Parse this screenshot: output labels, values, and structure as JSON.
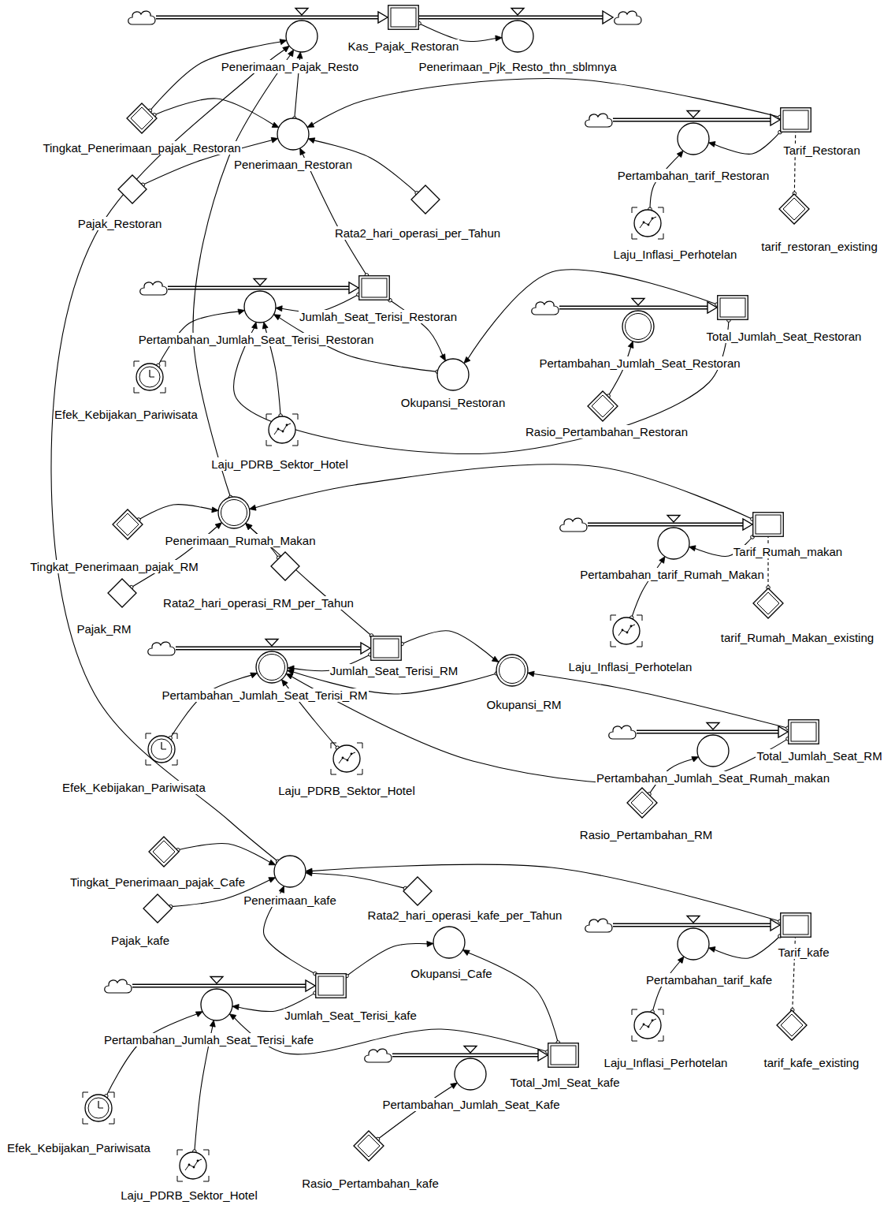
{
  "diagram": {
    "nodes": [
      {
        "text": [
          "Penerimaan_Pajak_Resto"
        ]
      },
      {
        "text": [
          "Kas_Pajak_Restoran"
        ]
      },
      {
        "text": [
          "Penerimaan_Pjk_Resto_thn_sblmnya"
        ]
      },
      {
        "text": [
          "Tingkat_Penerimaan_pajak_Restoran"
        ]
      },
      {
        "text": [
          "Penerimaan_Restoran"
        ]
      },
      {
        "text": [
          "Tarif_Restoran"
        ]
      },
      {
        "text": [
          "Pertambahan_tarif_Restoran"
        ]
      },
      {
        "text": [
          "Pajak_Restoran"
        ]
      },
      {
        "text": [
          "Rata2_hari_operasi_per_Tahun"
        ]
      },
      {
        "text": [
          "Laju_Inflasi_Perhotelan"
        ]
      },
      {
        "text": [
          "tarif_restoran_existing"
        ]
      },
      {
        "text": [
          "Jumlah_Seat_Terisi_Restoran"
        ]
      },
      {
        "text": [
          "Pertambahan_Jumlah_Seat_Terisi_Restoran"
        ]
      },
      {
        "text": [
          "Total_Jumlah_Seat_Restoran"
        ]
      },
      {
        "text": [
          "Pertambahan_Jumlah_Seat_Restoran"
        ]
      },
      {
        "text": [
          "Okupansi_Restoran"
        ]
      },
      {
        "text": [
          "Efek_Kebijakan_Pariwisata"
        ]
      },
      {
        "text": [
          "Rasio_Pertambahan_Restoran"
        ]
      },
      {
        "text": [
          "Laju_PDRB_Sektor_Hotel"
        ]
      },
      {
        "text": [
          "Penerimaan_Rumah_Makan"
        ]
      },
      {
        "text": [
          "Tarif_Rumah_makan"
        ]
      },
      {
        "text": [
          "Tingkat_Penerimaan_pajak_RM"
        ]
      },
      {
        "text": [
          "Pertambahan_tarif_Rumah_Makan"
        ]
      },
      {
        "text": [
          "Rata2_hari_operasi_RM_per_Tahun"
        ]
      },
      {
        "text": [
          "Pajak_RM"
        ]
      },
      {
        "text": [
          "tarif_Rumah_Makan_existing"
        ]
      },
      {
        "text": [
          "Laju_Inflasi_Perhotelan"
        ]
      },
      {
        "text": [
          "Jumlah_Seat_Terisi_RM"
        ]
      },
      {
        "text": [
          "Pertambahan_Jumlah_Seat_Terisi_RM"
        ]
      },
      {
        "text": [
          "Okupansi_RM"
        ]
      },
      {
        "text": [
          "Total_Jumlah_Seat_RM"
        ]
      },
      {
        "text": [
          "Pertambahan_Jumlah_Seat_Rumah_makan"
        ]
      },
      {
        "text": [
          "Efek_Kebijakan_Pariwisata"
        ]
      },
      {
        "text": [
          "Laju_PDRB_Sektor_Hotel"
        ]
      },
      {
        "text": [
          "Rasio_Pertambahan_RM"
        ]
      },
      {
        "text": [
          "Tingkat_Penerimaan_pajak_Cafe"
        ]
      },
      {
        "text": [
          "Penerimaan_kafe"
        ]
      },
      {
        "text": [
          "Pajak_kafe"
        ]
      },
      {
        "text": [
          "Rata2_hari_operasi_kafe_per_Tahun"
        ]
      },
      {
        "text": [
          "Tarif_kafe"
        ]
      },
      {
        "text": [
          "Okupansi_Cafe"
        ]
      },
      {
        "text": [
          "Pertambahan_tarif_kafe"
        ]
      },
      {
        "text": [
          "Jumlah_Seat_Terisi_kafe"
        ]
      },
      {
        "text": [
          "Pertambahan_Jumlah_Seat_Terisi_kafe"
        ]
      },
      {
        "text": [
          "Total_Jml_Seat_kafe"
        ]
      },
      {
        "text": [
          "Laju_Inflasi_Perhotelan"
        ]
      },
      {
        "text": [
          "tarif_kafe_existing"
        ]
      },
      {
        "text": [
          "Pertambahan_Jumlah_Seat_Kafe"
        ]
      },
      {
        "text": [
          "Efek_Kebijakan_Pariwisata"
        ]
      },
      {
        "text": [
          "Rasio_Pertambahan_kafe"
        ]
      },
      {
        "text": [
          "Laju_PDRB_Sektor_Hotel"
        ]
      }
    ],
    "edges": [
      {
        "from": 0,
        "to": 1,
        "arrow": "to"
      },
      {
        "from": 1,
        "to": 2,
        "arrow": "none"
      },
      {
        "from": 1,
        "to": 2,
        "arrow": "to"
      },
      {
        "from": 3,
        "to": 0,
        "arrow": "to"
      },
      {
        "from": 3,
        "to": 4,
        "arrow": "to"
      },
      {
        "from": 4,
        "to": 0,
        "arrow": "to"
      },
      {
        "from": 7,
        "to": 4,
        "arrow": "to"
      },
      {
        "from": 8,
        "to": 4,
        "arrow": "to"
      },
      {
        "from": 5,
        "to": 4,
        "arrow": "to"
      },
      {
        "from": 11,
        "to": 4,
        "arrow": "to"
      },
      {
        "from": 6,
        "to": 5,
        "arrow": "to"
      },
      {
        "from": 5,
        "to": 6,
        "arrow": "to"
      },
      {
        "from": 9,
        "to": 6,
        "arrow": "to"
      },
      {
        "from": 10,
        "to": 5,
        "arrow": "none"
      },
      {
        "from": 12,
        "to": 11,
        "arrow": "to"
      },
      {
        "from": 11,
        "to": 12,
        "arrow": "to"
      },
      {
        "from": 11,
        "to": 15,
        "arrow": "to"
      },
      {
        "from": 15,
        "to": 12,
        "arrow": "to"
      },
      {
        "from": 13,
        "to": 15,
        "arrow": "to"
      },
      {
        "from": 14,
        "to": 13,
        "arrow": "to"
      },
      {
        "from": 13,
        "to": 12,
        "arrow": "to"
      },
      {
        "from": 17,
        "to": 14,
        "arrow": "to"
      },
      {
        "from": 16,
        "to": 12,
        "arrow": "to"
      },
      {
        "from": 18,
        "to": 12,
        "arrow": "to"
      },
      {
        "from": 19,
        "to": 0,
        "arrow": "to"
      },
      {
        "from": 36,
        "to": 0,
        "arrow": "to"
      },
      {
        "from": 21,
        "to": 19,
        "arrow": "to"
      },
      {
        "from": 24,
        "to": 19,
        "arrow": "to"
      },
      {
        "from": 23,
        "to": 19,
        "arrow": "to"
      },
      {
        "from": 20,
        "to": 19,
        "arrow": "to"
      },
      {
        "from": 27,
        "to": 19,
        "arrow": "to"
      },
      {
        "from": 22,
        "to": 20,
        "arrow": "to"
      },
      {
        "from": 20,
        "to": 22,
        "arrow": "to"
      },
      {
        "from": 26,
        "to": 22,
        "arrow": "to"
      },
      {
        "from": 25,
        "to": 20,
        "arrow": "none"
      },
      {
        "from": 28,
        "to": 27,
        "arrow": "to"
      },
      {
        "from": 27,
        "to": 28,
        "arrow": "to"
      },
      {
        "from": 27,
        "to": 29,
        "arrow": "to"
      },
      {
        "from": 29,
        "to": 28,
        "arrow": "to"
      },
      {
        "from": 31,
        "to": 30,
        "arrow": "to"
      },
      {
        "from": 30,
        "to": 29,
        "arrow": "to"
      },
      {
        "from": 30,
        "to": 28,
        "arrow": "to"
      },
      {
        "from": 34,
        "to": 31,
        "arrow": "to"
      },
      {
        "from": 32,
        "to": 28,
        "arrow": "to"
      },
      {
        "from": 33,
        "to": 28,
        "arrow": "to"
      },
      {
        "from": 35,
        "to": 36,
        "arrow": "to"
      },
      {
        "from": 37,
        "to": 36,
        "arrow": "to"
      },
      {
        "from": 38,
        "to": 36,
        "arrow": "to"
      },
      {
        "from": 39,
        "to": 36,
        "arrow": "to"
      },
      {
        "from": 42,
        "to": 36,
        "arrow": "to"
      },
      {
        "from": 41,
        "to": 39,
        "arrow": "to"
      },
      {
        "from": 39,
        "to": 41,
        "arrow": "to"
      },
      {
        "from": 45,
        "to": 41,
        "arrow": "to"
      },
      {
        "from": 46,
        "to": 39,
        "arrow": "none"
      },
      {
        "from": 43,
        "to": 42,
        "arrow": "to"
      },
      {
        "from": 42,
        "to": 43,
        "arrow": "to"
      },
      {
        "from": 42,
        "to": 40,
        "arrow": "to"
      },
      {
        "from": 44,
        "to": 40,
        "arrow": "to"
      },
      {
        "from": 47,
        "to": 44,
        "arrow": "to"
      },
      {
        "from": 44,
        "to": 43,
        "arrow": "to"
      },
      {
        "from": 49,
        "to": 47,
        "arrow": "to"
      },
      {
        "from": 48,
        "to": 43,
        "arrow": "to"
      },
      {
        "from": 50,
        "to": 43,
        "arrow": "to"
      }
    ]
  }
}
